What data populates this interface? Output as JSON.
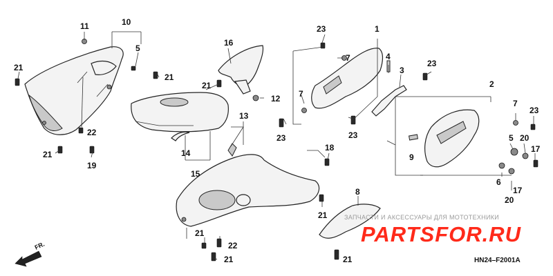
{
  "callouts": {
    "c1": "1",
    "c2": "2",
    "c3": "3",
    "c4": "4",
    "c5": "5",
    "c6": "6",
    "c7a": "7",
    "c7b": "7",
    "c7c": "7",
    "c8": "8",
    "c9": "9",
    "c10": "10",
    "c11": "11",
    "c12": "12",
    "c13": "13",
    "c14": "14",
    "c15": "15",
    "c16": "16",
    "c17a": "17",
    "c17b": "17",
    "c18": "18",
    "c19": "19",
    "c20a": "20",
    "c20b": "20",
    "c21a": "21",
    "c21b": "21",
    "c21c": "21",
    "c21d": "21",
    "c21e": "21",
    "c21f": "21",
    "c21g": "21",
    "c21h": "21",
    "c22a": "22",
    "c22b": "22",
    "c23a": "23",
    "c23b": "23",
    "c23c": "23",
    "c23d": "23",
    "c23e": "23"
  },
  "watermark": {
    "text": "ЗАПЧАСТИ И АКСЕССУАРЫ ДЛЯ МОТОТЕХНИКИ",
    "logo": "PARTSFOR.RU",
    "logo_color": "#ff2a1a"
  },
  "diagram_code": "HN24–F2001A",
  "direction_label": "FR."
}
